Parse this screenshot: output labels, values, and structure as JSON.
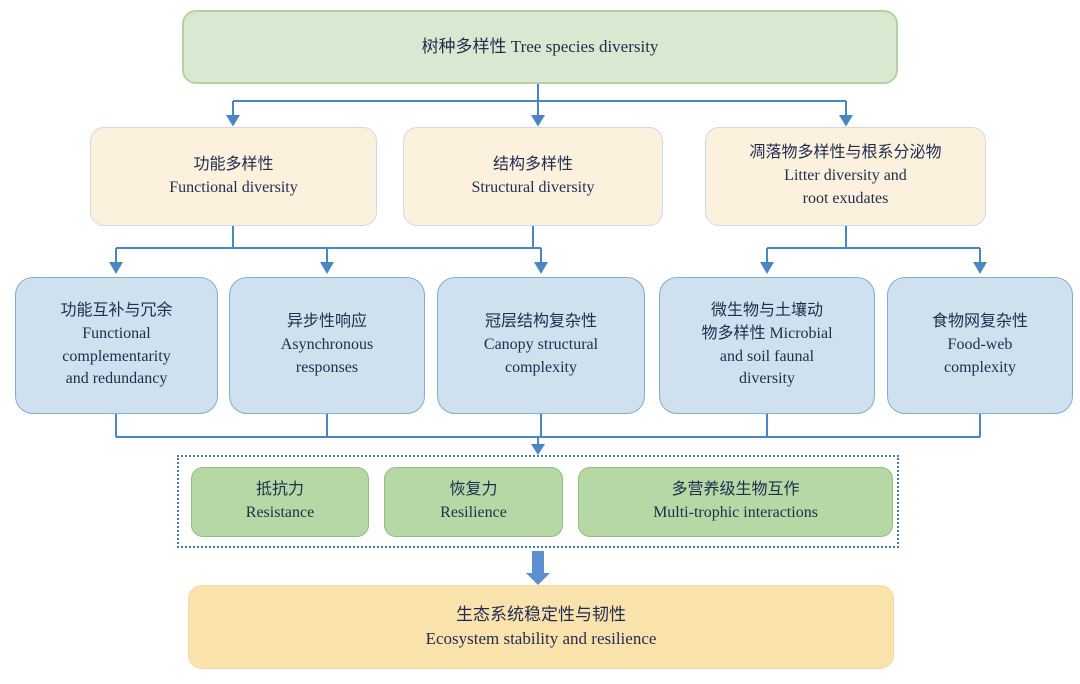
{
  "figure": {
    "type": "flowchart",
    "title_semantic": "Tree species diversity and ecosystem stability flowchart",
    "colors": {
      "top_box_fill": "#d9e8d0",
      "top_box_border": "#b2d1a5",
      "level2_fill": "#fbf1dc",
      "level2_border": "#ccdbe8",
      "level3_fill": "#cfe0ee",
      "level3_border": "#86acd1",
      "mechanism_fill": "#b6d8a4",
      "mechanism_border": "#8dc07f",
      "outcome_fill": "#fae2ac",
      "dashed_border": "#4a77b4",
      "arrow": "#4b86c4",
      "thick_arrow": "#5a8fd0",
      "text": "#1f2c50"
    },
    "root": {
      "lines": [
        "树种多样性 Tree species diversity"
      ]
    },
    "level2": [
      {
        "id": "functional-diversity",
        "lines": [
          "功能多样性",
          "Functional diversity"
        ]
      },
      {
        "id": "structural-diversity",
        "lines": [
          "结构多样性",
          "Structural diversity"
        ]
      },
      {
        "id": "litter-root-exudates",
        "lines": [
          "凋落物多样性与根系分泌物",
          "Litter diversity and",
          "root exudates"
        ]
      }
    ],
    "level3": [
      {
        "id": "functional-complementarity",
        "lines": [
          "功能互补与冗余",
          "Functional",
          "complementarity",
          "and redundancy"
        ]
      },
      {
        "id": "asynchronous-responses",
        "lines": [
          "异步性响应",
          "Asynchronous",
          "responses"
        ]
      },
      {
        "id": "canopy-structural-complexity",
        "lines": [
          "冠层结构复杂性",
          "Canopy structural",
          "complexity"
        ]
      },
      {
        "id": "microbial-soil-faunal-diversity",
        "lines": [
          "微生物与土壤动",
          "物多样性 Microbial",
          "and soil faunal",
          "diversity"
        ]
      },
      {
        "id": "food-web-complexity",
        "lines": [
          "食物网复杂性",
          "Food-web",
          "complexity"
        ]
      }
    ],
    "mechanisms": [
      {
        "id": "resistance",
        "lines": [
          "抵抗力",
          "Resistance"
        ]
      },
      {
        "id": "resilience",
        "lines": [
          "恢复力",
          "Resilience"
        ]
      },
      {
        "id": "multi-trophic-interactions",
        "lines": [
          "多营养级生物互作",
          "Multi-trophic interactions"
        ]
      }
    ],
    "outcome": {
      "lines": [
        "生态系统稳定性与韧性",
        "Ecosystem stability and resilience"
      ]
    }
  }
}
